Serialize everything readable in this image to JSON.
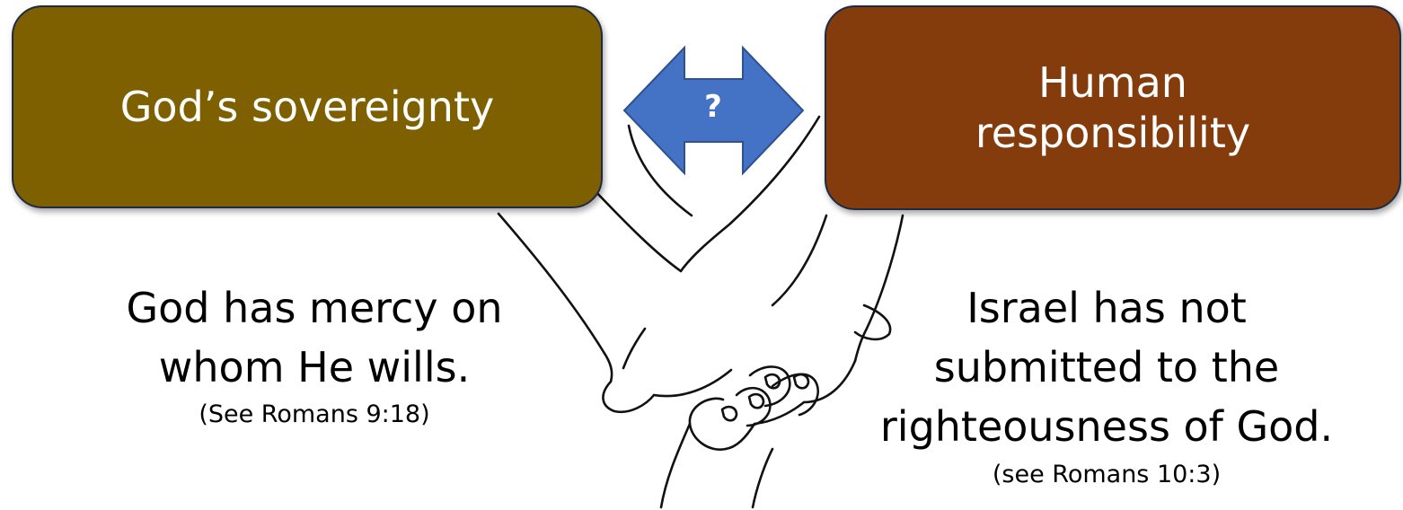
{
  "left_box": {
    "title": "God’s sovereignty",
    "color": "#7f6000"
  },
  "right_box": {
    "title_line1": "Human",
    "title_line2": "responsibility",
    "color": "#843c0c"
  },
  "connector": {
    "symbol": "?",
    "color": "#4472c4",
    "icon": "double-arrow-icon"
  },
  "left_caption": {
    "line1": "God has mercy on",
    "line2": "whom He wills.",
    "reference": "(See Romans 9:18)"
  },
  "right_caption": {
    "line1": "Israel has not",
    "line2": "submitted to the",
    "line3": "righteousness of God.",
    "reference": "(see Romans 10:3)"
  },
  "illustration": "holding-hands-icon"
}
